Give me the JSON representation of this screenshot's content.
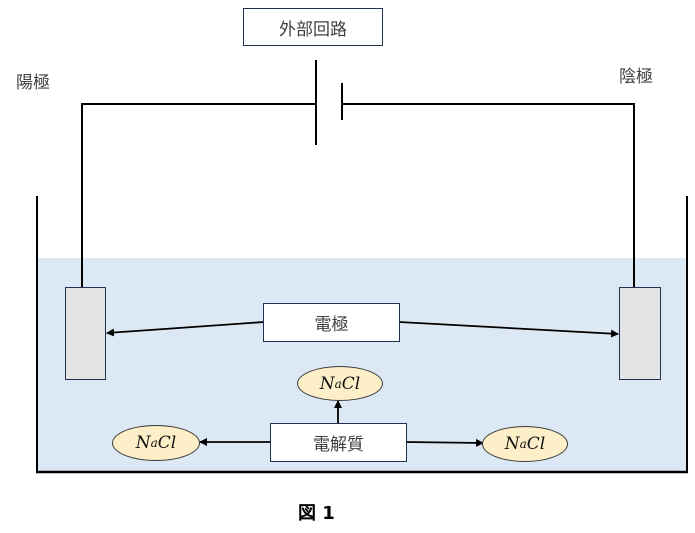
{
  "labels": {
    "external_circuit": "外部回路",
    "anode": "陽極",
    "cathode": "陰極",
    "electrode": "電極",
    "electrolyte": "電解質",
    "figure_caption": "図 1"
  },
  "ions": [
    {
      "main": "N",
      "sub": "a",
      "rest": "Cl"
    },
    {
      "main": "N",
      "sub": "a",
      "rest": "Cl"
    },
    {
      "main": "N",
      "sub": "a",
      "rest": "Cl"
    }
  ],
  "colors": {
    "solution": "#dde8f5",
    "electrode_fill": "#e4e4e4",
    "ion_fill": "#fdf0c9",
    "box_border": "#1f3050"
  }
}
